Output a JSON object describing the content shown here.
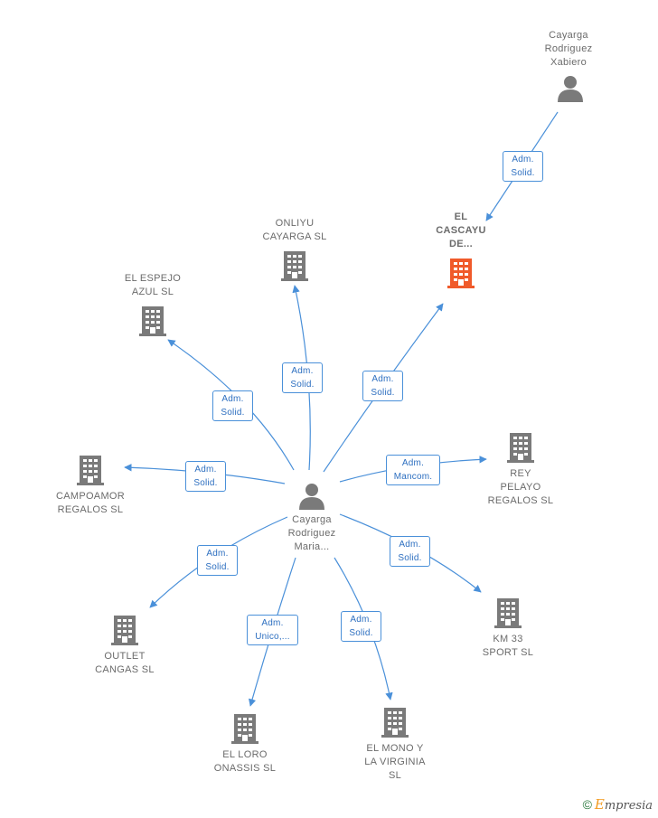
{
  "colors": {
    "edge": "#4a90d9",
    "node": "#7a7a7a",
    "highlight": "#f05a2a",
    "label_border": "#4a90d9"
  },
  "nodes": {
    "xabiero": {
      "label": "Cayarga\nRodriguez\nXabiero",
      "icon": "person-icon"
    },
    "cascayu": {
      "label": "EL\nCASCAYU\nDE...",
      "icon": "building-icon"
    },
    "onliyu": {
      "label": "ONLIYU\nCAYARGA  SL",
      "icon": "building-icon"
    },
    "espejo": {
      "label": "EL ESPEJO\nAZUL  SL",
      "icon": "building-icon"
    },
    "campoamor": {
      "label": "CAMPOAMOR\nREGALOS  SL",
      "icon": "building-icon"
    },
    "maria": {
      "label": "Cayarga\nRodriguez\nMaria...",
      "icon": "person-icon"
    },
    "rey": {
      "label": "REY\nPELAYO\nREGALOS  SL",
      "icon": "building-icon"
    },
    "km33": {
      "label": "KM 33\nSPORT  SL",
      "icon": "building-icon"
    },
    "outlet": {
      "label": "OUTLET\nCANGAS  SL",
      "icon": "building-icon"
    },
    "loro": {
      "label": "EL LORO\nONASSIS  SL",
      "icon": "building-icon"
    },
    "mono": {
      "label": "EL MONO Y\nLA VIRGINIA\nSL",
      "icon": "building-icon"
    }
  },
  "edges": {
    "xabiero_cascayu": "Adm.\nSolid.",
    "maria_cascayu": "Adm.\nSolid.",
    "maria_onliyu": "Adm.\nSolid.",
    "maria_espejo": "Adm.\nSolid.",
    "maria_campoamor": "Adm.\nSolid.",
    "maria_rey": "Adm.\nMancom.",
    "maria_km33": "Adm.\nSolid.",
    "maria_outlet": "Adm.\nSolid.",
    "maria_loro": "Adm.\nUnico,...",
    "maria_mono": "Adm.\nSolid."
  },
  "brand": {
    "copyright": "©",
    "first_letter": "E",
    "rest": "mpresia"
  }
}
